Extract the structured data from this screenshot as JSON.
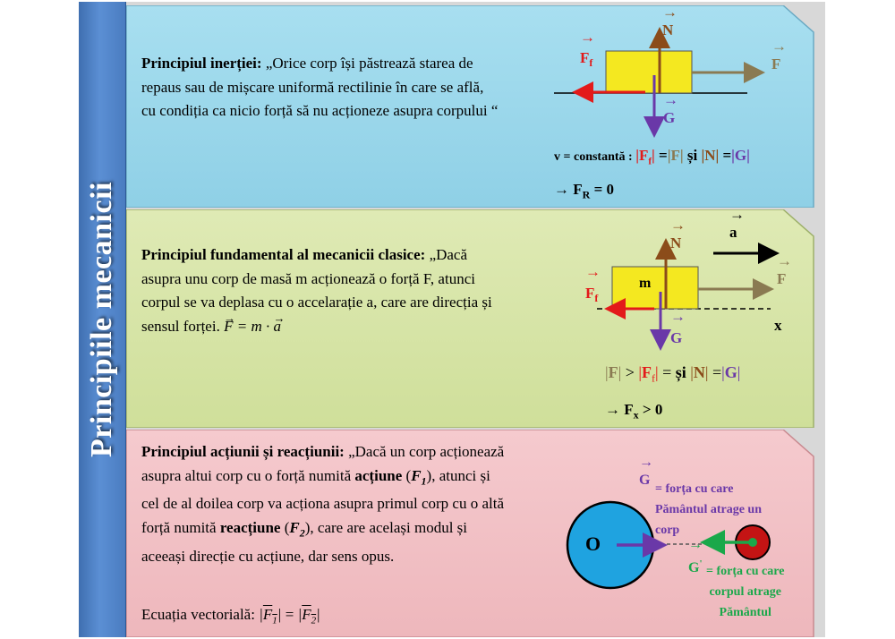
{
  "sidebar": {
    "title": "Principiile mecanicii"
  },
  "colors": {
    "panel1": "#9fd9ec",
    "panel2": "#d8e6a9",
    "panel3": "#f2c1c5",
    "sidebar": "#4a7cc0",
    "friction": "#e31a1a",
    "normal": "#8b4c1a",
    "force": "#8a7a52",
    "weight": "#6a38a8",
    "block": "#f4e820",
    "reaction": "#1aa84a"
  },
  "panel1": {
    "title": "Principiul inerției:",
    "text": "„Orice corp își păstrează starea de repaus sau de mișcare uniformă rectilinie în care se află, cu condiția ca nicio forță să nu acționeze asupra corpului “",
    "labels": {
      "N": "N",
      "F": "F",
      "Ff": "F",
      "f": "f",
      "G": "G"
    },
    "condition": {
      "prefix": "v = constantă :",
      "bar": "|",
      "Ff": "F",
      "f": "f",
      "eq": "=",
      "F": "F",
      "si": "și",
      "N": "N",
      "G": "G"
    },
    "result": {
      "arrow": "→",
      "F": "F",
      "sub": "R",
      "rest": " = 0"
    }
  },
  "panel2": {
    "title": "Principiul fundamental al mecanicii clasice:",
    "text": "„Dacă asupra unu corp de masă m acționează o forță F, atunci corpul se va deplasa cu o accelarație a, care are direcția și sensul forței.",
    "formula": {
      "F": "F",
      "eq": " = ",
      "m": "m",
      "dot": " · ",
      "a": "a"
    },
    "labels": {
      "N": "N",
      "a": "a",
      "F": "F",
      "Ff": "F",
      "f": "f",
      "m": "m",
      "x": "x",
      "G": "G"
    },
    "condition": {
      "F": "F",
      "gt": ">",
      "Ff": "F",
      "f": "f",
      "eq": "=",
      "si": "și",
      "N": "N",
      "G": "G"
    },
    "result": {
      "arrow": "→",
      "F": "F",
      "sub": "x",
      "rest": " > 0"
    }
  },
  "panel3": {
    "title": "Principiul acțiunii și reacțiunii:",
    "text1": "„Dacă un corp acționează asupra altui corp cu o forță numită ",
    "actiune": "acțiune",
    "f1": "F",
    "f1sub": "1",
    "text2": ", atunci și cel de al doilea corp va acționa asupra primul corp cu o altă forță numită ",
    "reactiune": "reacțiune",
    "f2": "F",
    "f2sub": "2",
    "text3": ", care are același modul și aceeași direcție cu acțiune, dar sens opus.",
    "equation_label": "Ecuația vectorială:",
    "equation": {
      "F1": "F",
      "s1": "1",
      "eq": " = ",
      "F2": "F",
      "s2": "2"
    },
    "earth": "O",
    "G_label": "G",
    "G_desc": [
      "= forța cu care",
      "Pământul atrage un",
      "corp"
    ],
    "Gp_label": "G",
    "Gp_prime": "'",
    "Gp_desc": [
      "= forța cu care",
      "corpul atrage",
      "Pământul"
    ]
  }
}
